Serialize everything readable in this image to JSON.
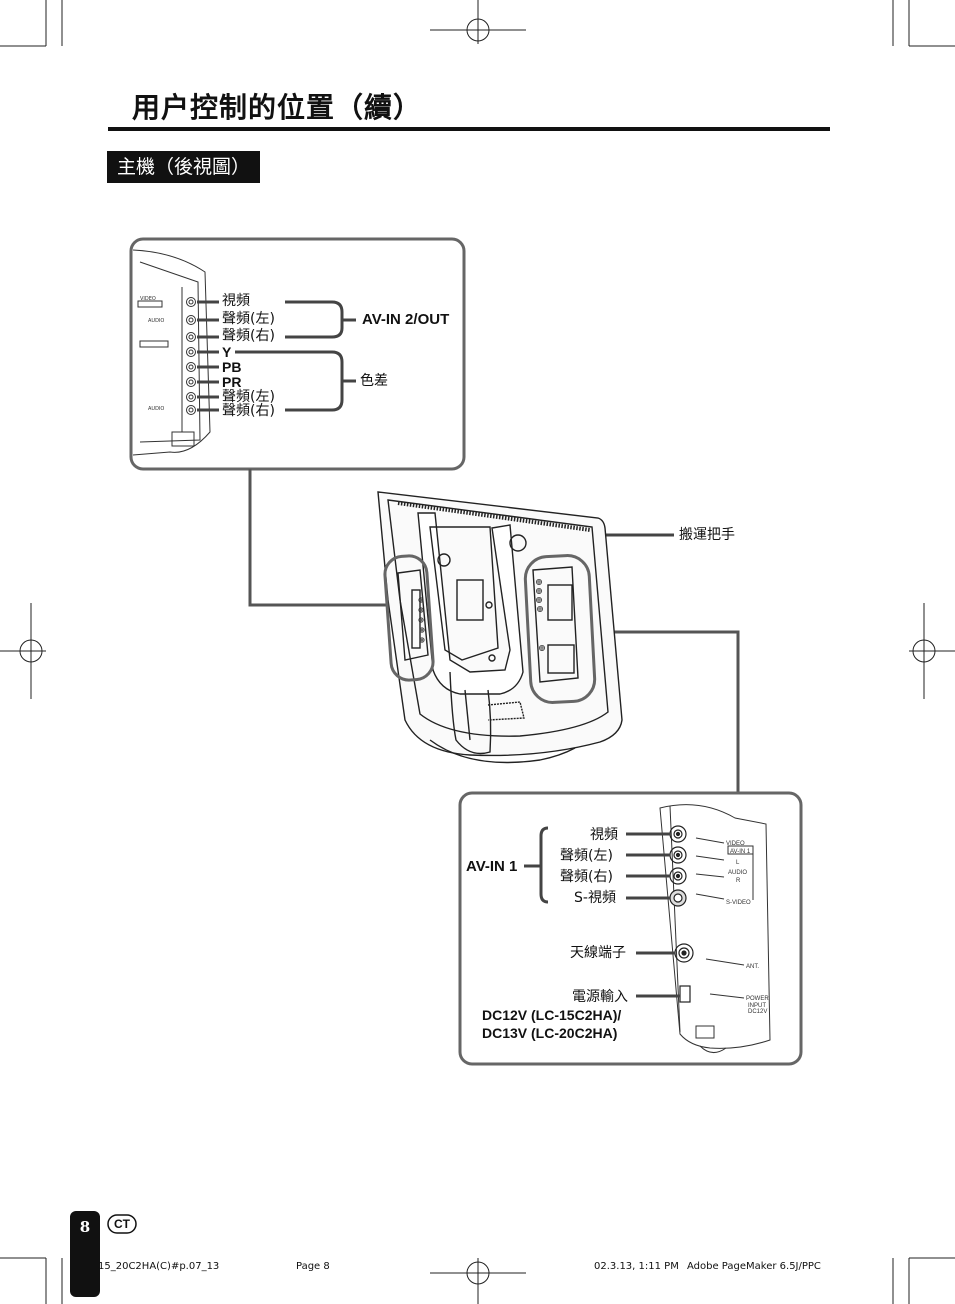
{
  "page": {
    "title": "用户控制的位置（續）",
    "section": "主機（後視圖）"
  },
  "top_panel": {
    "labels": [
      "視頻",
      "聲頻(左)",
      "聲頻(右)",
      "Y",
      "PB",
      "PR",
      "聲頻(左)",
      "聲頻(右)"
    ],
    "group_av2": "AV-IN 2/OUT",
    "group_component": "色差"
  },
  "handle_label": "搬運把手",
  "bottom_panel": {
    "group_av1": "AV-IN 1",
    "av1_labels": [
      "視頻",
      "聲頻(左)",
      "聲頻(右)",
      "S-視頻"
    ],
    "antenna": "天線端子",
    "power_lines": [
      "電源輸入",
      "DC12V (LC-15C2HA)/",
      "DC13V (LC-20C2HA)"
    ],
    "panel_marks": [
      "VIDEO",
      "AV-IN 1",
      "L",
      "AUDIO",
      "R",
      "S-VIDEO",
      "ANT.",
      "POWER",
      "INPUT",
      "DC12V"
    ]
  },
  "footer": {
    "page_number": "8",
    "lang_badge": "CT",
    "file": "15_20C2HA(C)#p.07_13",
    "page": "Page 8",
    "date": "02.3.13, 1:11 PM",
    "app": "Adobe PageMaker 6.5J/PPC"
  }
}
